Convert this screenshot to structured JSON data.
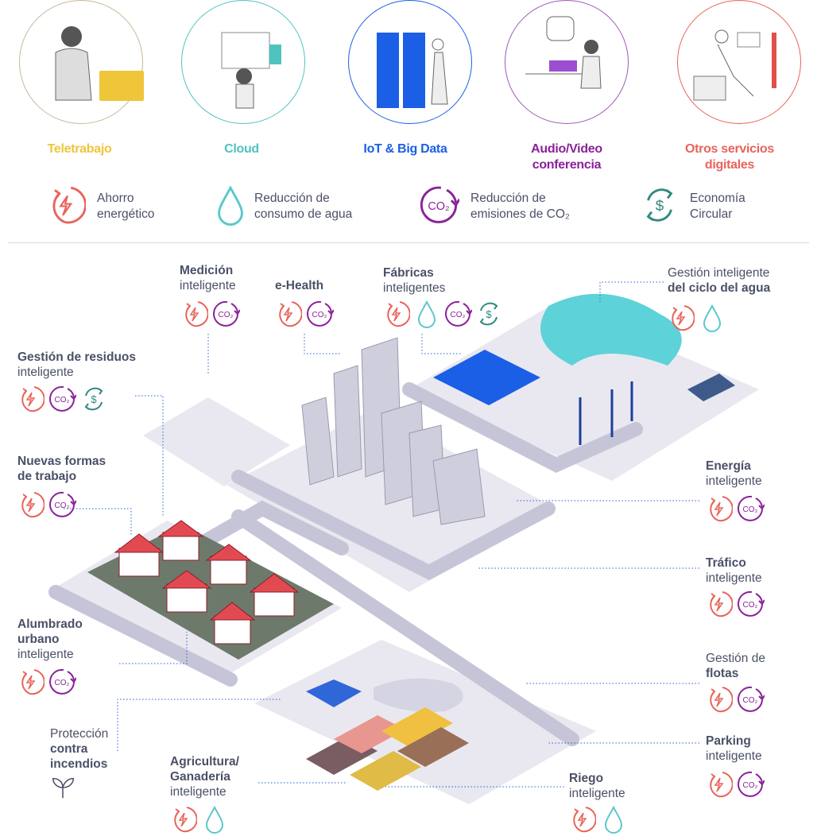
{
  "colors": {
    "energy": "#e8645a",
    "water": "#5ac7cc",
    "co2": "#8a2299",
    "circular": "#2f8a80",
    "teletrabajo": "#efc53a",
    "cloud": "#4fc3c0",
    "iot": "#1b5fe6",
    "audio": "#8a2299",
    "otros": "#e8645a",
    "text": "#4b5068",
    "leader": "#2a5bd7"
  },
  "categories": [
    {
      "line1": "Teletrabajo",
      "line2": ""
    },
    {
      "line1": "Cloud",
      "line2": ""
    },
    {
      "line1": "IoT & Big Data",
      "line2": ""
    },
    {
      "line1": "Audio/Video",
      "line2": "conferencia"
    },
    {
      "line1": "Otros servicios",
      "line2": "digitales"
    }
  ],
  "legend": [
    {
      "icon": "energy-saving-icon",
      "line1": "Ahorro",
      "line2": "energético"
    },
    {
      "icon": "water-drop-icon",
      "line1": "Reducción de",
      "line2": "consumo de agua"
    },
    {
      "icon": "co2-icon",
      "line1": "Reducción de",
      "line2": "emisiones de CO₂"
    },
    {
      "icon": "circular-economy-icon",
      "line1": "Economía",
      "line2": "Circular"
    }
  ],
  "icon_text": {
    "co2": "CO₂",
    "dollar": "$"
  },
  "map_labels": {
    "medicion": {
      "bold": "Medición",
      "normal": "inteligente"
    },
    "ehealth": {
      "bold": "e-Health"
    },
    "fabricas": {
      "bold": "Fábricas",
      "normal": "inteligentes"
    },
    "agua": {
      "normal": "Gestión inteligente",
      "bold": "del ciclo del agua"
    },
    "residuos": {
      "bold": "Gestión de residuos",
      "normal": "inteligente"
    },
    "trabajo": {
      "bold1": "Nuevas formas",
      "bold2": "de trabajo"
    },
    "energia": {
      "bold": "Energía",
      "normal": "inteligente"
    },
    "trafico": {
      "bold": "Tráfico",
      "normal": "inteligente"
    },
    "alumbrado": {
      "bold1": "Alumbrado",
      "bold2": "urbano",
      "normal": "inteligente"
    },
    "flotas": {
      "normal": "Gestión de",
      "bold": "flotas"
    },
    "incendios": {
      "normal": "Protección",
      "bold1": "contra",
      "bold2": "incendios"
    },
    "parking": {
      "bold": "Parking",
      "normal": "inteligente"
    },
    "agricultura": {
      "bold1": "Agricultura/",
      "bold2": "Ganadería",
      "normal": "inteligente"
    },
    "riego": {
      "bold": "Riego",
      "normal": "inteligente"
    }
  }
}
